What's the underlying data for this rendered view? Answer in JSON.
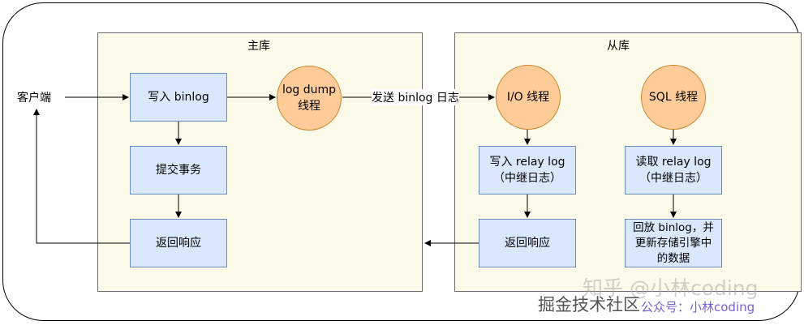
{
  "outer_frame": {},
  "master": {
    "title": "主库",
    "write_binlog": "写入 binlog",
    "commit_tx": "提交事务",
    "return_resp": "返回响应",
    "dump_thread": "log dump\n线程"
  },
  "slave": {
    "title": "从库",
    "io_thread": "I/O 线程",
    "sql_thread": "SQL 线程",
    "write_relay": "写入  relay log\n（中继日志）",
    "read_relay": "读取  relay log\n（中继日志）",
    "return_resp": "返回响应",
    "replay": "回放 binlog，并\n更新存储引擎中\n的数据"
  },
  "client": {
    "label": "客户端"
  },
  "edge_labels": {
    "send_binlog": "发送 binlog 日志"
  },
  "watermark": {
    "line1": "知乎 @小林coding",
    "line2": "掘金技术社区",
    "line3": "公众号：小林coding"
  },
  "colors": {
    "panel_fill": "#fcfbea",
    "box_fill": "#dae8fc",
    "box_stroke": "#6c8ebf",
    "circle_fill": "#ffcc99"
  }
}
